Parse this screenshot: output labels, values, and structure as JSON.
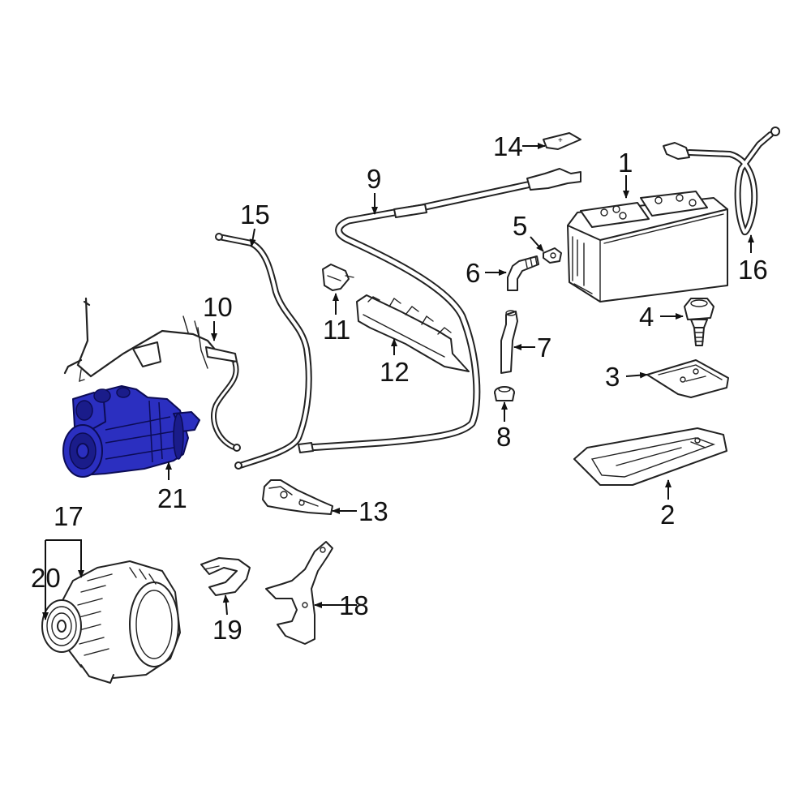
{
  "diagram": {
    "highlight_color": "#2b2fc0",
    "labels": [
      "1",
      "2",
      "3",
      "4",
      "5",
      "6",
      "7",
      "8",
      "9",
      "10",
      "11",
      "12",
      "13",
      "14",
      "15",
      "16",
      "17",
      "18",
      "19",
      "20",
      "21"
    ],
    "battery_plus_mark": "+"
  }
}
